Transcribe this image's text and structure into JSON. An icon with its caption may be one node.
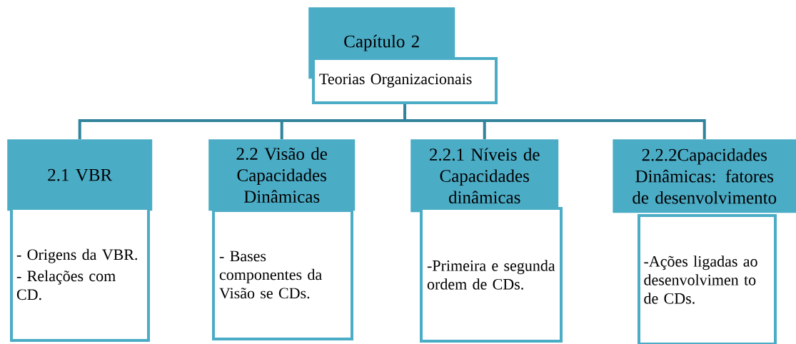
{
  "diagram": {
    "nodes": [
      {
        "text": [
          "Capítulo 2"
        ]
      },
      {
        "text": [
          "Teorias Organizacionais"
        ]
      },
      {
        "text": [
          "2.1 VBR"
        ]
      },
      {
        "text": [
          "- Origens da VBR.",
          "- Relações com CD."
        ]
      },
      {
        "text": [
          "2.2 Visão de Capacidades Dinâmicas"
        ]
      },
      {
        "text": [
          "- Bases componentes da Visão se CDs."
        ]
      },
      {
        "text": [
          "2.2.1 Níveis de Capacidades dinâmicas"
        ]
      },
      {
        "text": [
          "-Primeira e segunda ordem de CDs."
        ]
      },
      {
        "text": [
          "2.2.2Capacidades Dinâmicas: fatores de desenvolvimento"
        ]
      },
      {
        "text": [
          "-Ações ligadas ao desenvolvimen to de CDs."
        ]
      }
    ],
    "edges": [
      {
        "from": 1,
        "to": 2,
        "arrow": "none"
      },
      {
        "from": 1,
        "to": 4,
        "arrow": "none"
      },
      {
        "from": 1,
        "to": 6,
        "arrow": "none"
      },
      {
        "from": 1,
        "to": 8,
        "arrow": "none"
      }
    ]
  }
}
